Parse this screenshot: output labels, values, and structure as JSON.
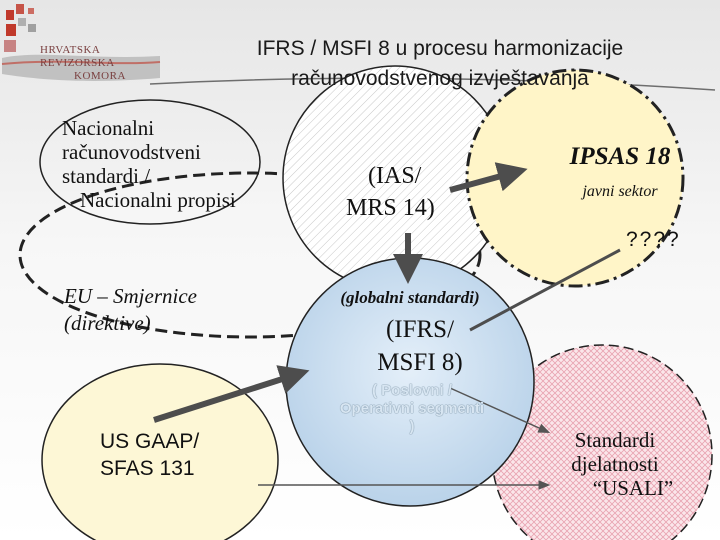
{
  "title": {
    "line1": "IFRS / MSFI 8 u procesu harmonizacije",
    "line2": "računovodstvenog izvještavanja"
  },
  "logo": {
    "line1": "HRVATSKA REVIZORSKA",
    "line2": "KOMORA",
    "colors": [
      "#c0392b",
      "#8c8c8c"
    ]
  },
  "nodes": {
    "national": {
      "line1": "Nacionalni",
      "line2": "računovodstveni",
      "line3": "standardi /",
      "line4": "Nacionalni propisi"
    },
    "eu": {
      "line1": "EU – Smjernice",
      "line2": "(direktive)"
    },
    "us_gaap": {
      "line1": "US GAAP/",
      "line2": "SFAS 131"
    },
    "ias": {
      "line1": "(IAS/",
      "line2": "MRS 14)"
    },
    "ipsas": {
      "title": "IPSAS 18",
      "subtitle": "javni sektor",
      "question": "????"
    },
    "global": {
      "label": "(globalni standardi)",
      "line1": "(IFRS/",
      "line2": "MSFI 8)",
      "segments_line1": "( Poslovni /",
      "segments_line2": "Operativni segmenti",
      "segments_line3": ")"
    },
    "usali": {
      "line1": "Standardi",
      "line2": "djelatnosti",
      "line3": "“USALI”"
    }
  },
  "colors": {
    "ipsas_fill": "#fff5c8",
    "global_fill": "#c8dcef",
    "us_gaap_fill": "#fdf7d6",
    "usali_fill": "#f7d7de",
    "arrow": "#4d4d4d"
  }
}
